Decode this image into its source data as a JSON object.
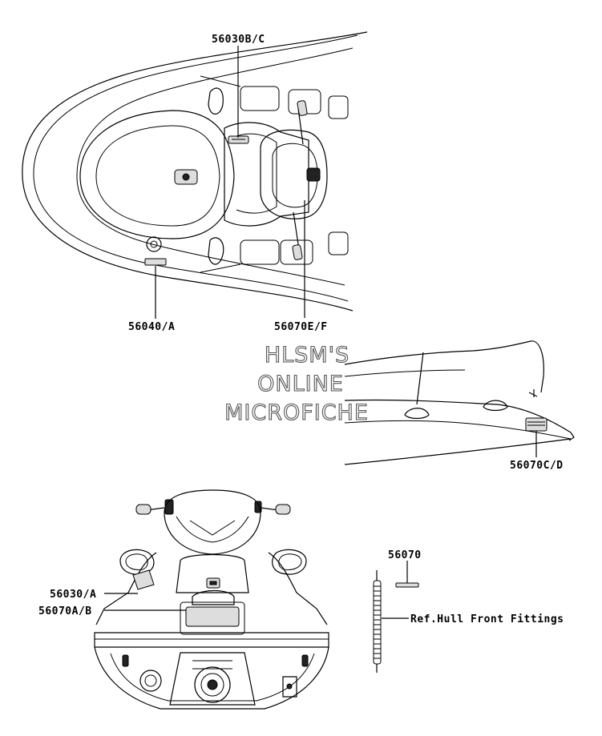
{
  "labels": {
    "top_seat_decal": "56030B/C",
    "top_left_decal": "56040/A",
    "top_handlebar_decal": "56070E/F",
    "side_decal": "56070C/D",
    "rear_decal_1": "56030/A",
    "rear_decal_2": "56070A/B",
    "strip_part": "56070",
    "reference": "Ref.Hull Front Fittings"
  },
  "watermark": {
    "line1": "HLSM'S",
    "line2": "ONLINE",
    "line3": "MICROFICHE"
  }
}
